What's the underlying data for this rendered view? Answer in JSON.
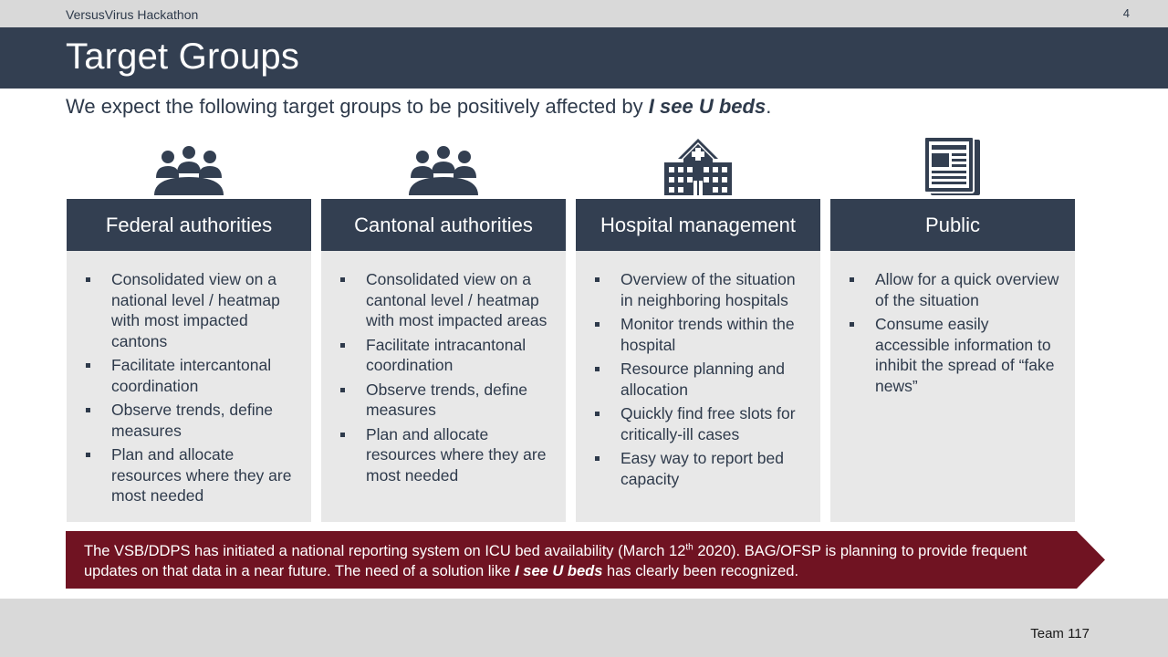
{
  "header": {
    "event_name": "VersusVirus Hackathon",
    "page_number": "4",
    "title": "Target Groups"
  },
  "subtitle": {
    "prefix": "We expect the following target groups to be positively affected by ",
    "brand": "I see U beds",
    "suffix": "."
  },
  "columns": [
    {
      "icon": "group-meeting-icon",
      "title": "Federal authorities",
      "bullets": [
        "Consolidated view on a national level / heatmap with most impacted cantons",
        "Facilitate intercantonal coordination",
        "Observe trends, define measures",
        "Plan and allocate resources where they are most needed"
      ]
    },
    {
      "icon": "group-meeting-icon",
      "title": "Cantonal authorities",
      "bullets": [
        "Consolidated view on a cantonal level / heatmap with most impacted areas",
        "Facilitate intracantonal coordination",
        "Observe trends, define measures",
        "Plan and allocate resources where they are most needed"
      ]
    },
    {
      "icon": "hospital-icon",
      "title": "Hospital management",
      "bullets": [
        "Overview of the situation in neighboring hospitals",
        "Monitor trends within the hospital",
        "Resource planning and allocation",
        "Quickly find free slots for critically-ill cases",
        "Easy way to report bed capacity"
      ]
    },
    {
      "icon": "newspaper-icon",
      "title": "Public",
      "bullets": [
        "Allow for a quick overview of the situation",
        "Consume easily accessible information to inhibit the spread of “fake news”"
      ]
    }
  ],
  "banner": {
    "part1": "The VSB/DDPS has initiated a national reporting system on ICU bed availability (March 12",
    "superscript": "th",
    "part2": " 2020). BAG/OFSP is planning to provide frequent updates on that data in a near future. The need of a solution like ",
    "brand": "I see U beds",
    "part3": " has clearly been recognized.",
    "color": "#701322"
  },
  "footer": {
    "team": "Team 117"
  },
  "colors": {
    "dark_navy": "#333f51",
    "panel_gray": "#e8e8e8",
    "bar_gray": "#d9d9d9"
  }
}
